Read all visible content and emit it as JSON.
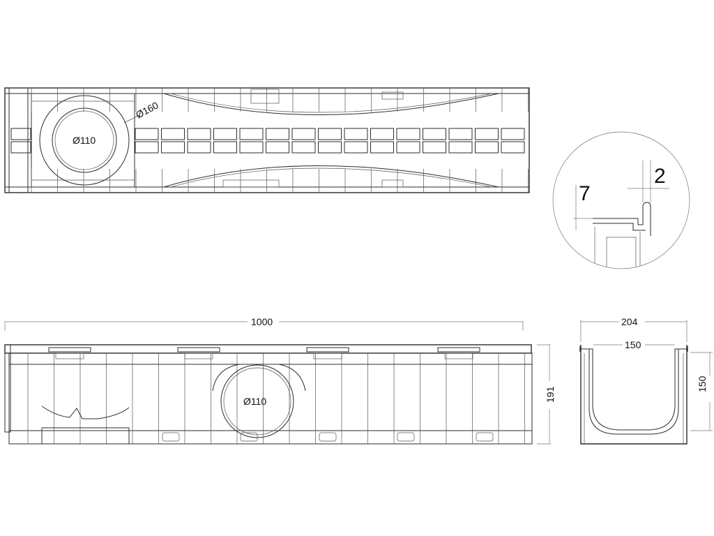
{
  "labels": {
    "top_inner_diameter": "Ø110",
    "top_outer_diameter": "Ø160",
    "side_outlet_diameter": "Ø110",
    "length": "1000",
    "height": "191",
    "outer_width": "204",
    "inner_width": "150",
    "inner_height": "150",
    "detail_thickness": "2",
    "detail_step": "7"
  }
}
